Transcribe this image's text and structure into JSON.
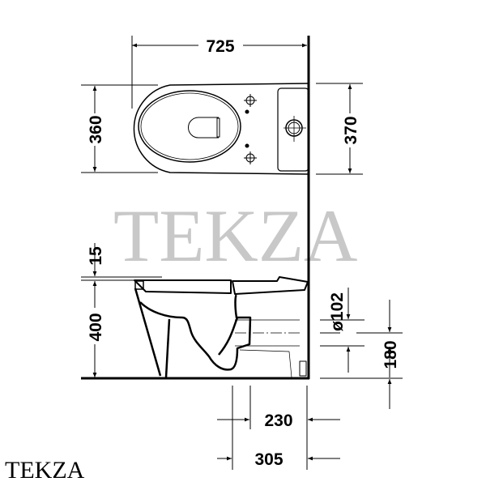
{
  "title": "Wall-hung toilet dimension drawing",
  "dimensions": {
    "total_length": "725",
    "bowl_width": "360",
    "tank_width": "370",
    "seat_thickness": "15",
    "height": "400",
    "outlet_diameter": "ø102",
    "outlet_height": "180",
    "outlet_offset_1": "230",
    "outlet_offset_2": "305"
  },
  "watermark": "TEKZA",
  "logo_text": "TEKZA",
  "colors": {
    "line": "#000000",
    "watermark": "#c8c8c8"
  }
}
